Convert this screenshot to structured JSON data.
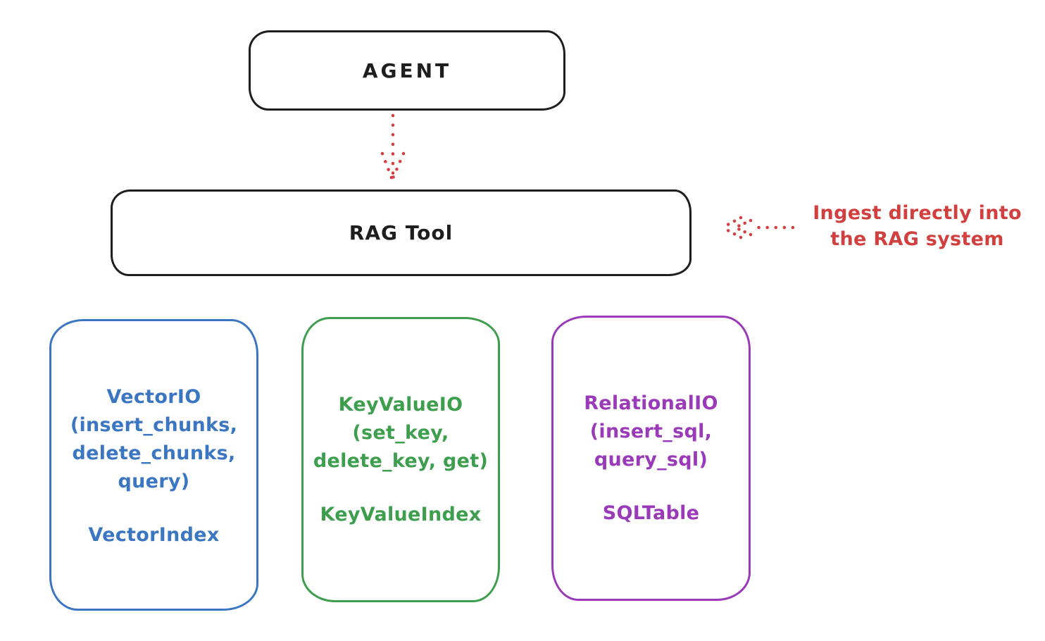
{
  "colors": {
    "ink": "#1e1e1e",
    "red": "#d23f3f",
    "blue": "#3b76c2",
    "green": "#3d9e4e",
    "purple": "#9a3ab8",
    "background": "#ffffff"
  },
  "nodes": {
    "agent": {
      "label": "AGENT"
    },
    "rag_tool": {
      "label": "RAG Tool"
    },
    "vector_io": {
      "lines": [
        "VectorIO",
        "(insert_chunks,",
        "delete_chunks,",
        "query)"
      ],
      "index": "VectorIndex",
      "color": "#3b76c2"
    },
    "key_value_io": {
      "lines": [
        "KeyValueIO",
        "(set_key,",
        "delete_key, get)"
      ],
      "index": "KeyValueIndex",
      "color": "#3d9e4e"
    },
    "relational_io": {
      "lines": [
        "RelationalIO",
        "(insert_sql,",
        "query_sql)"
      ],
      "index": "SQLTable",
      "color": "#9a3ab8"
    }
  },
  "annotation": {
    "line1": "Ingest directly into",
    "line2": "the RAG system",
    "color": "#d23f3f"
  },
  "edges": [
    {
      "id": "agent-to-rag-tool",
      "style": "dotted",
      "color": "#d23f3f"
    },
    {
      "id": "ingest-into-rag-tool",
      "style": "dotted",
      "color": "#d23f3f"
    }
  ]
}
